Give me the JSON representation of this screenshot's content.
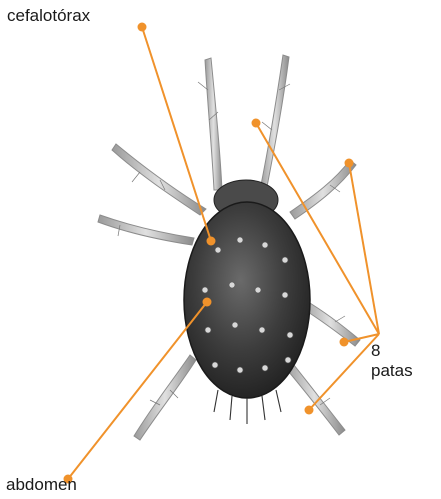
{
  "labels": {
    "cephalothorax": "cefalotórax",
    "abdomen": "abdomen",
    "legs_count": "8",
    "legs_word": "patas"
  },
  "colors": {
    "leader_line": "#f0922b",
    "body_dark": "#3a3a3a",
    "leg": "#bdbdbd",
    "label_text": "#1a1a1a"
  },
  "illustration": "mite"
}
